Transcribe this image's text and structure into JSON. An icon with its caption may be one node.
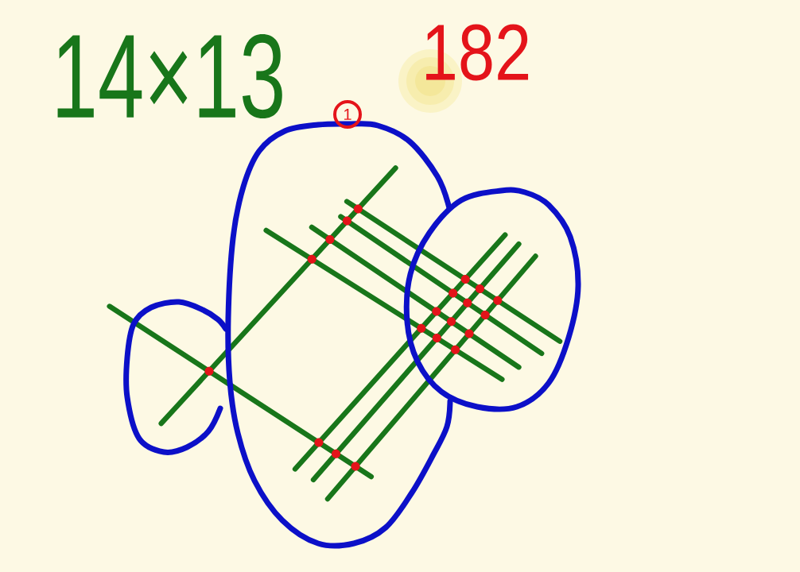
{
  "diagram": {
    "nodes": [
      {
        "text": [
          "1"
        ]
      }
    ],
    "labels": [
      "14×13",
      "182"
    ]
  }
}
